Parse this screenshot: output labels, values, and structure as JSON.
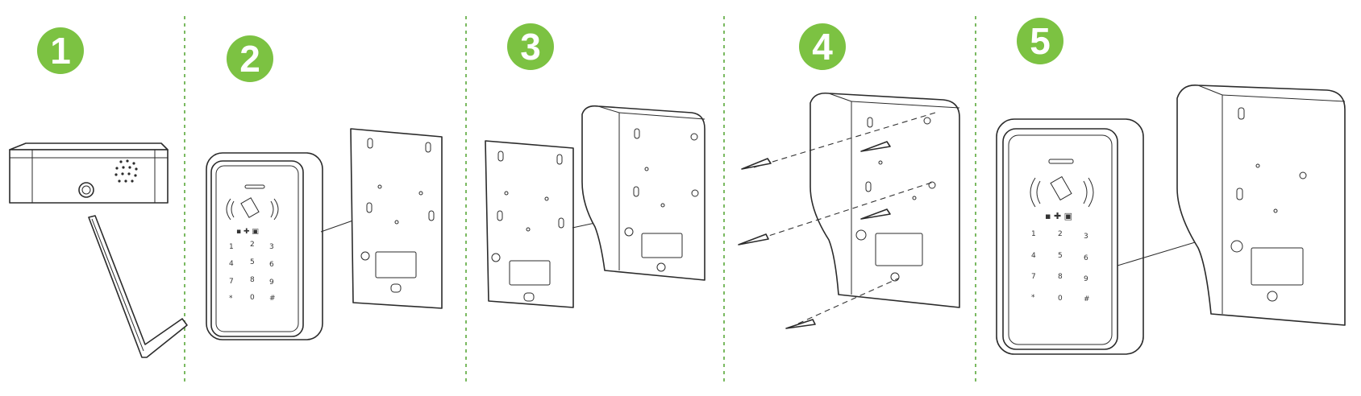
{
  "steps": [
    {
      "label": "1"
    },
    {
      "label": "2"
    },
    {
      "label": "3"
    },
    {
      "label": "4"
    },
    {
      "label": "5"
    }
  ],
  "badge_color": "#7cc242",
  "separator_color": "#5aa83a",
  "keypad_keys": [
    "1",
    "2",
    "3",
    "4",
    "5",
    "6",
    "7",
    "8",
    "9",
    "*",
    "0",
    "#"
  ]
}
